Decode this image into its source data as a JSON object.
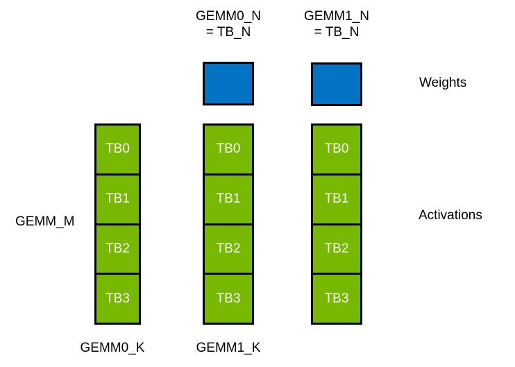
{
  "diagram": {
    "colors": {
      "weights": "#0473c4",
      "activations": "#76b900",
      "border": "#000000",
      "cell_text": "#ffffff",
      "label_text": "#000000"
    },
    "top_labels": [
      {
        "line1": "GEMM0_N",
        "line2": "= TB_N"
      },
      {
        "line1": "GEMM1_N",
        "line2": "= TB_N"
      }
    ],
    "legend": {
      "weights": "Weights",
      "activations": "Activations"
    },
    "side_labels": {
      "gemm_m": "GEMM_M"
    },
    "bottom_labels": [
      "GEMM0_K",
      "GEMM1_K"
    ],
    "columns": [
      {
        "cells": [
          "TB0",
          "TB1",
          "TB2",
          "TB3"
        ]
      },
      {
        "cells": [
          "TB0",
          "TB1",
          "TB2",
          "TB3"
        ]
      },
      {
        "cells": [
          "TB0",
          "TB1",
          "TB2",
          "TB3"
        ]
      }
    ]
  }
}
